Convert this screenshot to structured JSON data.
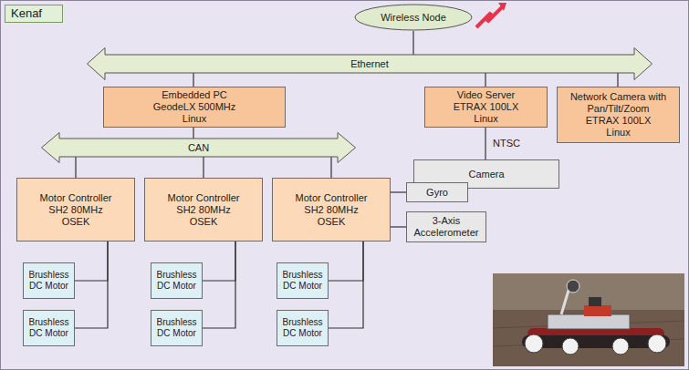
{
  "diagram": {
    "nodes": [
      {
        "text": [
          "Kenaf"
        ]
      },
      {
        "text": [
          "Wireless Node"
        ],
        "in": 0
      },
      {
        "text": [
          "Ethernet"
        ],
        "in": 0
      },
      {
        "text": [
          "Embedded PC",
          "GeodeLX 500MHz",
          "Linux"
        ],
        "in": 0
      },
      {
        "text": [
          "Video Server",
          "ETRAX 100LX",
          "Linux"
        ],
        "in": 0
      },
      {
        "text": [
          "Network Camera with Pan/Tilt/Zoom",
          "ETRAX 100LX",
          "Linux"
        ],
        "in": 0
      },
      {
        "text": [
          "Camera"
        ],
        "in": 0
      },
      {
        "text": [
          "CAN"
        ],
        "in": 0
      },
      {
        "text": [
          "Motor Controller",
          "SH2 80MHz",
          "OSEK"
        ],
        "in": 0
      },
      {
        "text": [
          "Motor Controller",
          "SH2 80MHz",
          "OSEK"
        ],
        "in": 0
      },
      {
        "text": [
          "Motor Controller",
          "SH2 80MHz",
          "OSEK"
        ],
        "in": 0
      },
      {
        "text": [
          "Gyro"
        ],
        "in": 0
      },
      {
        "text": [
          "3-Axis Accelerometer"
        ],
        "in": 0
      },
      {
        "text": [
          "Brushless DC Motor"
        ],
        "in": 0
      },
      {
        "text": [
          "Brushless DC Motor"
        ],
        "in": 0
      },
      {
        "text": [
          "Brushless DC Motor"
        ],
        "in": 0
      },
      {
        "text": [
          "Brushless DC Motor"
        ],
        "in": 0
      },
      {
        "text": [
          "Brushless DC Motor"
        ],
        "in": 0
      },
      {
        "text": [
          "Brushless DC Motor"
        ],
        "in": 0
      }
    ],
    "edges": [
      {
        "from": 1,
        "to": 2,
        "arrow": "none"
      },
      {
        "from": 2,
        "to": 3,
        "arrow": "none"
      },
      {
        "from": 2,
        "to": 4,
        "arrow": "none"
      },
      {
        "from": 2,
        "to": 5,
        "arrow": "none"
      },
      {
        "from": 4,
        "to": 6,
        "label": "NTSC",
        "arrow": "none"
      },
      {
        "from": 3,
        "to": 7,
        "arrow": "none"
      },
      {
        "from": 7,
        "to": 8,
        "arrow": "none"
      },
      {
        "from": 7,
        "to": 9,
        "arrow": "none"
      },
      {
        "from": 7,
        "to": 10,
        "arrow": "none"
      },
      {
        "from": 10,
        "to": 11,
        "arrow": "none"
      },
      {
        "from": 10,
        "to": 12,
        "arrow": "none"
      },
      {
        "from": 8,
        "to": 13,
        "arrow": "none"
      },
      {
        "from": 8,
        "to": 14,
        "arrow": "none"
      },
      {
        "from": 9,
        "to": 15,
        "arrow": "none"
      },
      {
        "from": 9,
        "to": 16,
        "arrow": "none"
      },
      {
        "from": 10,
        "to": 17,
        "arrow": "none"
      },
      {
        "from": 10,
        "to": 18,
        "arrow": "none"
      }
    ]
  }
}
